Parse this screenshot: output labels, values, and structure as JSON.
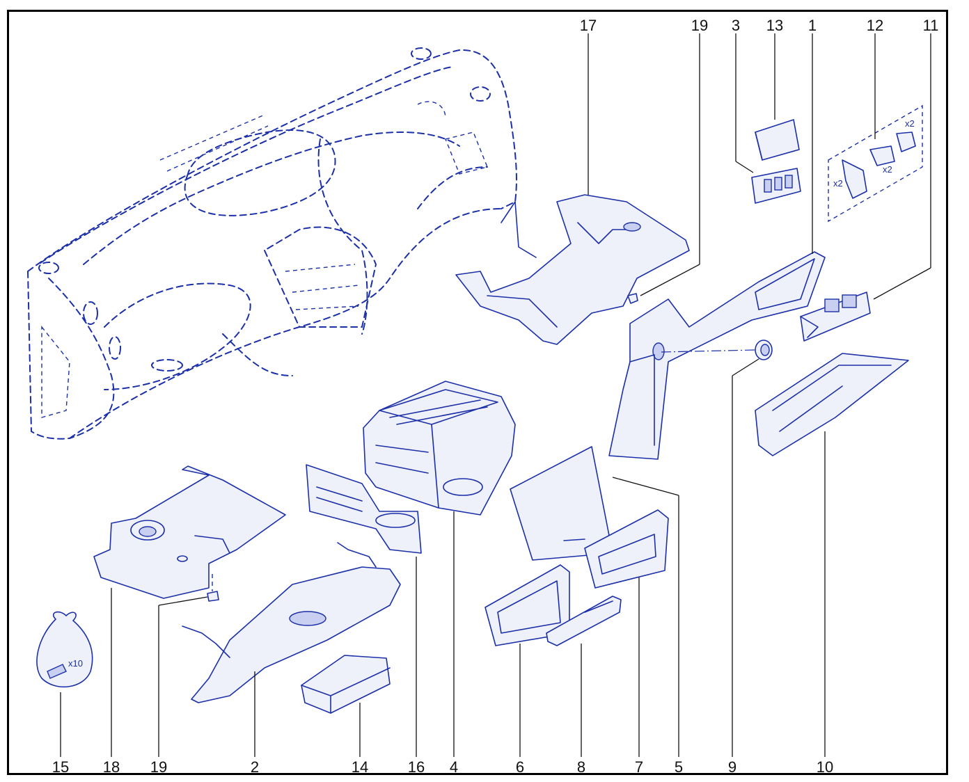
{
  "labels": {
    "top": [
      "17",
      "19",
      "3",
      "13",
      "1",
      "12",
      "11"
    ],
    "bottom": [
      "15",
      "18",
      "19",
      "2",
      "14",
      "16",
      "4",
      "6",
      "8",
      "7",
      "5",
      "9",
      "10"
    ]
  },
  "quantities": {
    "bag": "x10",
    "clip_a": "x2",
    "clip_b": "x2",
    "clip_c": "x2"
  },
  "colors": {
    "line": "#1b2fa8",
    "frame": "#000000",
    "label": "#111111"
  }
}
